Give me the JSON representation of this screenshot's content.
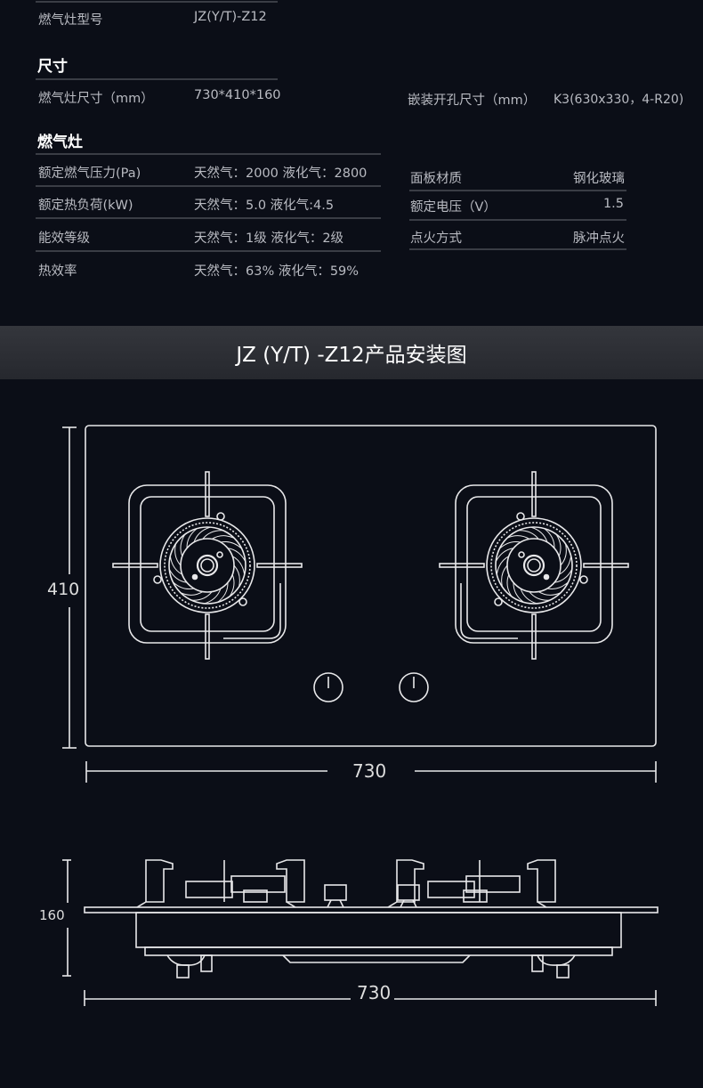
{
  "model": {
    "label": "燃气灶型号",
    "value": "JZ(Y/T)-Z12"
  },
  "dimensions": {
    "heading": "尺寸",
    "size_label": "燃气灶尺寸（mm）",
    "size_value": "730*410*160",
    "cutout_label": "嵌装开孔尺寸（mm）",
    "cutout_value": "K3(630x330，4-R20)"
  },
  "stove": {
    "heading": "燃气灶",
    "left_rows": [
      {
        "label": "额定燃气压力(Pa)",
        "value": "天然气：2000  液化气：2800"
      },
      {
        "label": "额定热负荷(kW)",
        "value": "天然气：5.0  液化气:4.5"
      },
      {
        "label": "能效等级",
        "value": "天然气：1级  液化气：2级"
      },
      {
        "label": "热效率",
        "value": "天然气：63%  液化气：59%"
      }
    ],
    "right_rows": [
      {
        "label": "面板材质",
        "value": "钢化玻璃"
      },
      {
        "label": "额定电压（V）",
        "value": "1.5"
      },
      {
        "label": "点火方式",
        "value": "脉冲点火"
      }
    ]
  },
  "banner": {
    "title": "JZ (Y/T) -Z12产品安装图"
  },
  "drawing": {
    "top_height_label": "410",
    "top_width_label": "730",
    "side_height_label": "160",
    "side_width_label": "730"
  }
}
